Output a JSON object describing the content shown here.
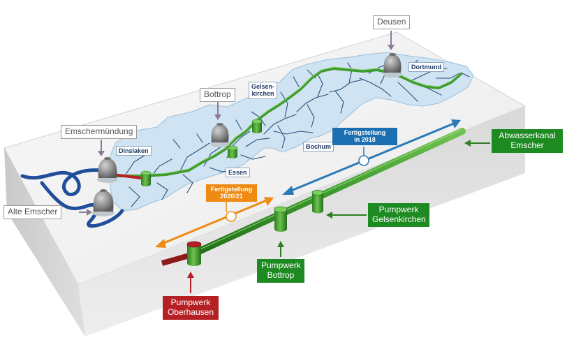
{
  "colors": {
    "tunnel": "#3e9b2f",
    "river": "#1f4e9a",
    "basin": "#cfe3f2",
    "blue_arrow": "#2a7ab8",
    "orange_arrow": "#ef8a12",
    "red": "#b52024"
  },
  "places": {
    "deusen": "Deusen",
    "bottrop": "Bottrop",
    "emschermuendung": "Emschermündung",
    "alte_emscher": "Alte Emscher"
  },
  "cities": {
    "dortmund": "Dortmund",
    "gelsenkirchen_line1": "Gelsen-",
    "gelsenkirchen_line2": "kirchen",
    "dinslaken": "Dinslaken",
    "bochum": "Bochum",
    "essen": "Essen"
  },
  "completion": {
    "blue_line1": "Fertigstellung",
    "blue_line2": "in 2018",
    "orange_line1": "Fertigstellung",
    "orange_line2": "2020/21"
  },
  "components": {
    "abwasserkanal_line1": "Abwasserkanal",
    "abwasserkanal_line2": "Emscher",
    "pw_gelsenkirchen_line1": "Pumpwerk",
    "pw_gelsenkirchen_line2": "Gelsenkirchen",
    "pw_bottrop_line1": "Pumpwerk",
    "pw_bottrop_line2": "Bottrop",
    "pw_oberhausen_line1": "Pumpwerk",
    "pw_oberhausen_line2": "Oberhausen"
  }
}
